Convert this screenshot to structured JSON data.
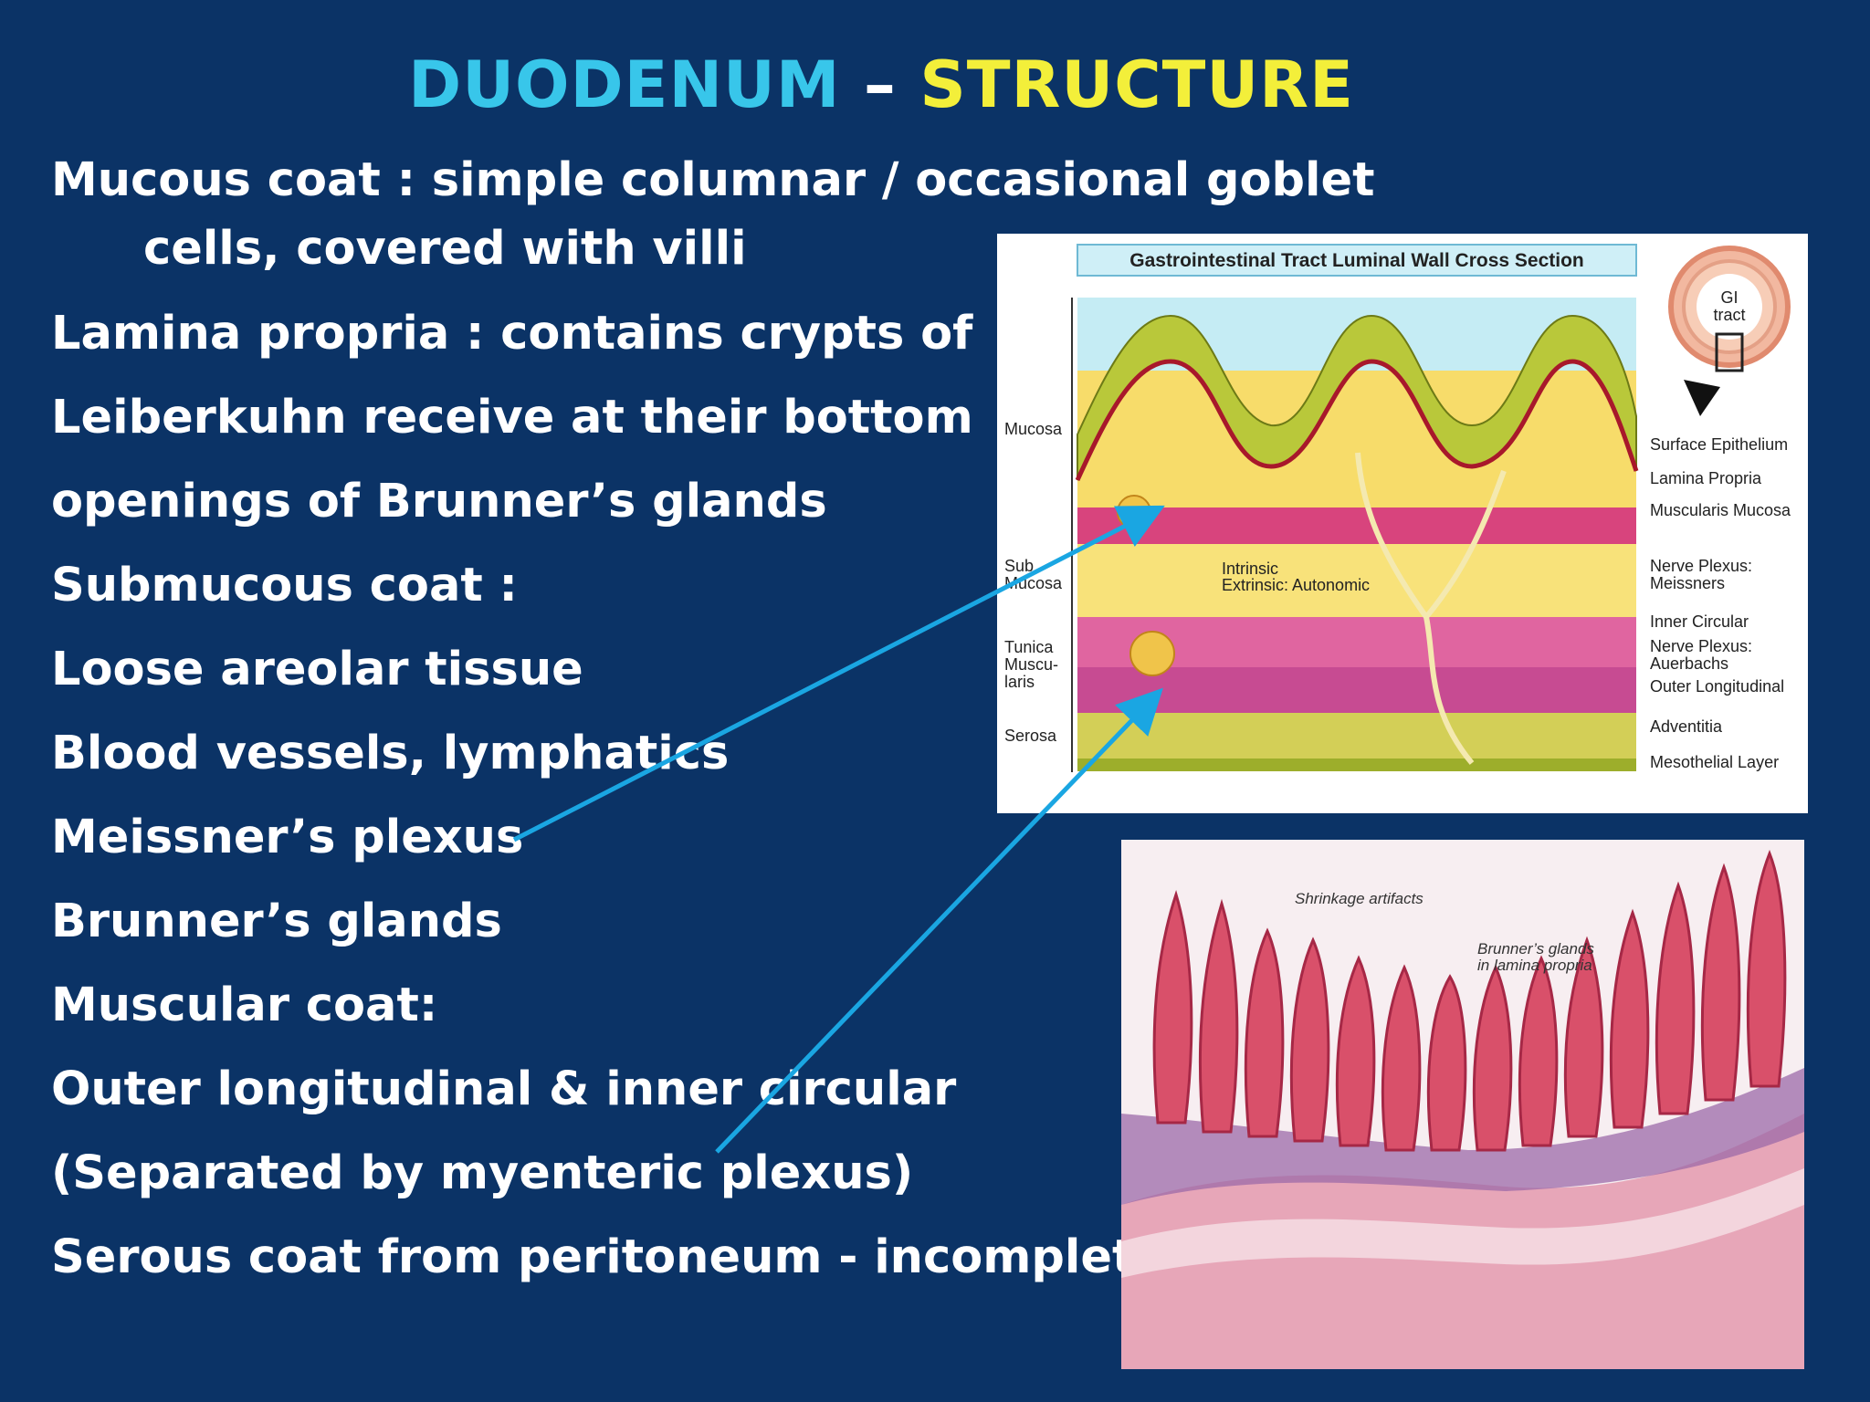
{
  "slide": {
    "title_part1": "DUODENUM",
    "title_dash": " – ",
    "title_part2": "STRUCTURE",
    "lines": [
      "Mucous coat : simple columnar / occasional goblet",
      "cells, covered with villi",
      "Lamina propria : contains crypts of",
      "Leiberkuhn receive at their bottom",
      "openings of Brunner’s glands",
      "Submucous coat :",
      "Loose areolar tissue",
      "Blood vessels, lymphatics",
      "Meissner’s plexus",
      "Brunner’s glands",
      "Muscular coat:",
      "Outer longitudinal & inner circular",
      "(Separated by myenteric plexus)",
      "Serous coat from peritoneum - incomplete"
    ]
  },
  "diagram": {
    "title": "Gastrointestinal Tract Luminal Wall Cross Section",
    "inset_label_1": "GI",
    "inset_label_2": "tract",
    "left_labels": {
      "mucosa": "Mucosa",
      "submucosa_1": "Sub",
      "submucosa_2": "Mucosa",
      "muscularis_1": "Tunica",
      "muscularis_2": "Muscu-",
      "muscularis_3": "laris",
      "serosa": "Serosa"
    },
    "center_labels": {
      "intrinsic": "Intrinsic",
      "extrinsic": "Extrinsic: Autonomic"
    },
    "right_labels": {
      "surface_epithelium": "Surface Epithelium",
      "lamina_propria": "Lamina Propria",
      "muscularis_mucosa": "Muscularis Mucosa",
      "meissners_1": "Nerve Plexus:",
      "meissners_2": "Meissners",
      "inner_circular": "Inner Circular",
      "auerbachs_1": "Nerve Plexus:",
      "auerbachs_2": "Auerbachs",
      "outer_longitudinal": "Outer Longitudinal",
      "adventitia": "Adventitia",
      "mesothelial": "Mesothelial Layer"
    }
  },
  "micrograph": {
    "label_shrinkage": "Shrinkage artifacts",
    "label_brunner_1": "Brunner’s glands",
    "label_brunner_2": "in lamina propria"
  },
  "colors": {
    "background": "#0b3366",
    "title_cyan": "#38c6ea",
    "title_yellow": "#f3ef3a",
    "pointer": "#1aa6e2"
  }
}
